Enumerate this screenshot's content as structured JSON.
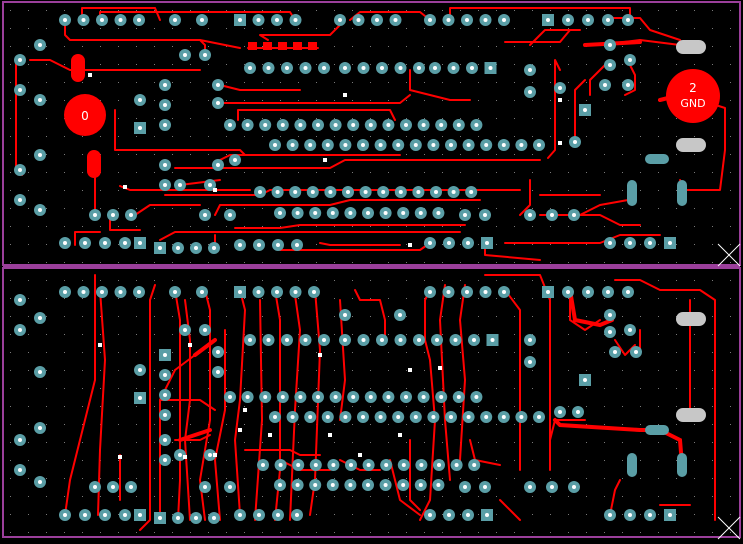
{
  "colors": {
    "background": "#000000",
    "trace": "#ff0000",
    "pad": "#5a9ea6",
    "pad_hole": "#ffffff",
    "outline": "#9b3f9b",
    "grid_dot": "#7a7a7a",
    "corner_mark": "#ffffff"
  },
  "labels": {
    "mount_hole_1": "0",
    "mount_hole_2": "2",
    "mount_hole_2_net": "GND"
  },
  "layers": [
    "top-copper",
    "bottom-copper"
  ],
  "icons": [
    "crosshair-icon"
  ]
}
